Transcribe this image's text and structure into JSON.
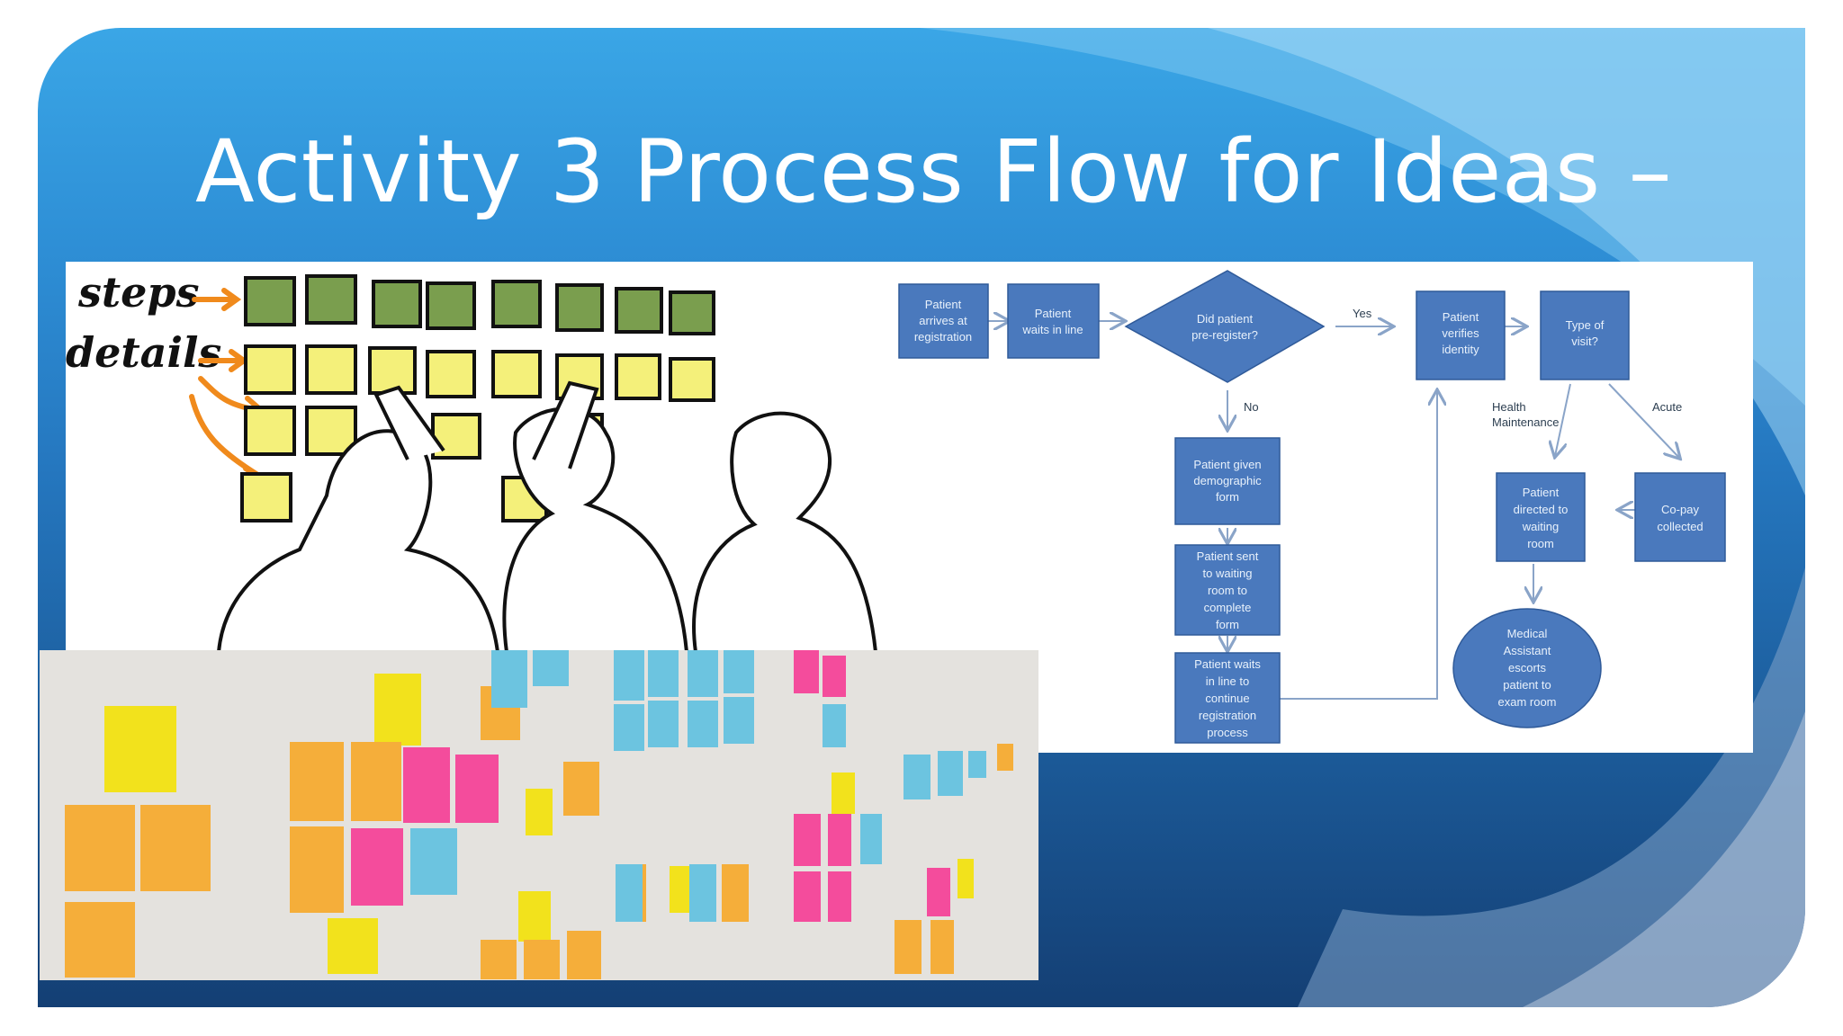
{
  "slide": {
    "title": "Activity 3 Process Flow for Ideas –"
  },
  "sketch": {
    "label_steps": "steps",
    "label_details": "details"
  },
  "flowchart": {
    "arrives": [
      "Patient",
      "arrives at",
      "registration"
    ],
    "waits": [
      "Patient",
      "waits in line"
    ],
    "preregister": [
      "Did patient",
      "pre-register?"
    ],
    "yes": "Yes",
    "no": "No",
    "verifies": [
      "Patient",
      "verifies",
      "identity"
    ],
    "visit_type": [
      "Type of",
      "visit?"
    ],
    "health_maintenance": [
      "Health",
      "Maintenance"
    ],
    "acute": "Acute",
    "demographic": [
      "Patient given",
      "demographic",
      "form"
    ],
    "sent_waiting": [
      "Patient sent",
      "to waiting",
      "room to",
      "complete",
      "form"
    ],
    "waits_continue": [
      "Patient waits",
      "in line to",
      "continue",
      "registration",
      "process"
    ],
    "directed_waiting": [
      "Patient",
      "directed to",
      "waiting",
      "room"
    ],
    "copay": [
      "Co-pay",
      "collected"
    ],
    "medical_assistant": [
      "Medical",
      "Assistant",
      "escorts",
      "patient to",
      "exam room"
    ]
  },
  "colors": {
    "box_fill": "#4a79bd",
    "box_stroke": "#2f5a99",
    "arrow": "#8aa4c8"
  }
}
